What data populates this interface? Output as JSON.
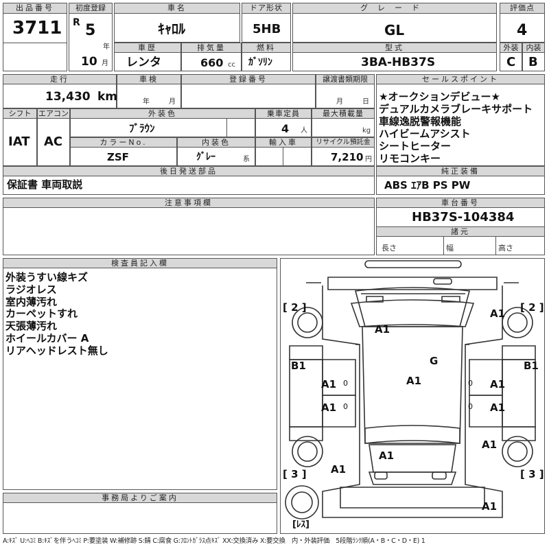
{
  "headers": {
    "lot_no": "出品番号",
    "first_reg": "初度登録",
    "car_name": "車名",
    "door": "ドア形状",
    "grade": "グレード",
    "score": "評価点",
    "history": "車歴",
    "displacement": "排気量",
    "fuel": "燃料",
    "model": "型式",
    "exterior": "外装",
    "interior": "内装",
    "mileage": "走行",
    "inspection": "車検",
    "reg_no": "登録番号",
    "transfer": "譲渡書類期限",
    "sales_point": "セールスポイント",
    "shift": "シフト",
    "aircon": "エアコン",
    "ext_color": "外装色",
    "capacity": "乗車定員",
    "max_load": "最大積載量",
    "color_no": "カラーNo.",
    "int_color": "内装色",
    "import": "輸入車",
    "recycle": "リサイクル預託金",
    "later_parts": "後日発送部品",
    "equipment": "純正装備",
    "notes": "注意事項欄",
    "chassis_no": "車台番号",
    "specs": "諸元",
    "inspector": "検査員記入欄",
    "office": "事務局よりご案内"
  },
  "vehicle": {
    "lot_no": "3711",
    "era": "R",
    "year": "5",
    "year_unit": "年",
    "month": "10",
    "month_unit": "月",
    "car_name": "ｷｬﾛﾙ",
    "door": "5HB",
    "grade": "GL",
    "score": "4",
    "history": "レンタ",
    "displacement": "660",
    "disp_unit": "cc",
    "fuel": "ｶﾞｿﾘﾝ",
    "model": "3BA-HB37S",
    "exterior_grade": "C",
    "interior_grade": "B",
    "mileage": "13,430",
    "mileage_unit": "km",
    "insp_year_unit": "年",
    "insp_month_unit": "月",
    "transfer_month_unit": "月",
    "transfer_day_unit": "日",
    "shift": "IAT",
    "aircon": "AC",
    "ext_color": "ﾌﾞﾗｳﾝ",
    "capacity": "4",
    "capacity_unit": "人",
    "load_unit": "kg",
    "color_no": "ZSF",
    "int_color": "ｸﾞﾚｰ",
    "int_color_unit": "系",
    "recycle": "7,210",
    "recycle_unit": "円",
    "later_parts": "保証書 車両取説",
    "equipment": "ABS ｴｱB PS PW",
    "chassis_no": "HB37S-104384",
    "length_label": "長さ",
    "width_label": "幅",
    "height_label": "高さ"
  },
  "sales_points": [
    "★オークションデビュー★",
    "デュアルカメラブレーキサポート",
    "車線逸脱警報機能",
    "ハイビームアシスト",
    "シートヒーター",
    "リモコンキー"
  ],
  "inspector_notes": [
    "外装うすい線キズ",
    "ラジオレス",
    "室内薄汚れ",
    "カーペットすれ",
    "天張薄汚れ",
    "ホイールカバー A",
    "リアヘッドレスト無し"
  ],
  "diagram": {
    "corner_tl": "[ 2 ]",
    "corner_tr": "[ 2 ]",
    "corner_bl": "[ 3 ]",
    "corner_br": "[ 3 ]",
    "spare": "[ﾚｽ]",
    "marks": {
      "hood": "A1",
      "fl_wheel": "A1",
      "glass": "G",
      "roof": "A1",
      "fl_fender": "B1",
      "fr_fender": "B1",
      "left_front_door": "A1",
      "left_rear_door": "A1",
      "right_front_door": "A1",
      "right_rear_door": "A1",
      "trunk": "A1",
      "left_rear": "A1",
      "right_rear": "A1",
      "rear_bottom": "A1",
      "door_small_l1": "0",
      "door_small_r1": "0",
      "door_small_l2": "0",
      "door_small_r2": "0"
    }
  },
  "legend": "A:ｷｽﾞ U:ﾍｺﾐ B:ｷｽﾞを伴うﾍｺﾐ P:要塗装 W:補修跡 S:錆 C:腐食 G:ﾌﾛﾝﾄｶﾞﾗｽ点ｷｽﾞ XX:交換済み X:要交換　内・外装評価　5段階ﾗﾝｸ順(A・B・C・D・E) 1"
}
